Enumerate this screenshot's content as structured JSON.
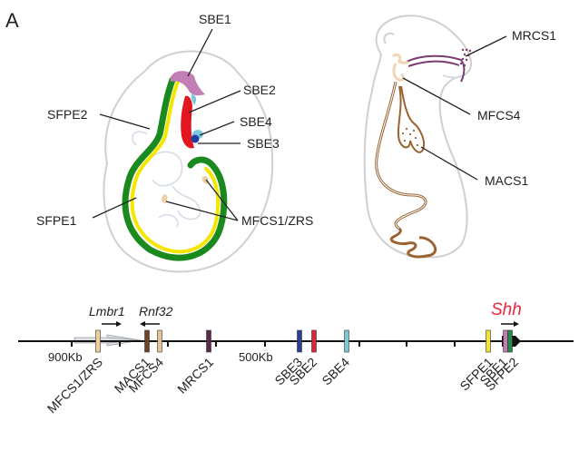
{
  "panel_label": "A",
  "embryo_left": {
    "labels": {
      "sbe1": "SBE1",
      "sbe2": "SBE2",
      "sbe4": "SBE4",
      "sbe3": "SBE3",
      "sfpe2": "SFPE2",
      "sfpe1": "SFPE1",
      "mfcs1": "MFCS1/ZRS"
    },
    "colors": {
      "sbe1": "#c17fb5",
      "sbe2": "#e3151f",
      "sbe3": "#1f3fa0",
      "sbe4": "#7ec8df",
      "sfpe1": "#f5e600",
      "sfpe2": "#1a8a1f",
      "mfcs1": "#efcfa6",
      "outline": "#cccccc"
    }
  },
  "embryo_right": {
    "labels": {
      "mrcs1": "MRCS1",
      "mfcs4": "MFCS4",
      "macs1": "MACS1"
    },
    "colors": {
      "mrcs1": "#7b3b72",
      "mfcs4": "#eed6b2",
      "macs1": "#9a6330",
      "outline": "#cccccc"
    }
  },
  "locus": {
    "genes": [
      {
        "name": "Lmbr1",
        "direction": "right"
      },
      {
        "name": "Rnf32",
        "direction": "left"
      },
      {
        "name": "Shh",
        "direction": "right",
        "color": "#e8283c"
      }
    ],
    "scale_labels": [
      "900Kb",
      "500Kb"
    ],
    "elements": [
      {
        "name": "MFCS1/ZRS",
        "color": "#efcfa0"
      },
      {
        "name": "MACS1",
        "color": "#6b4526"
      },
      {
        "name": "MFCS4",
        "color": "#e3c39a"
      },
      {
        "name": "MRCS1",
        "color": "#5a2a4a"
      },
      {
        "name": "SBE3",
        "color": "#2b3f8f"
      },
      {
        "name": "SBE2",
        "color": "#d8283a"
      },
      {
        "name": "SBE4",
        "color": "#7ec8d4"
      },
      {
        "name": "SFPE1",
        "color": "#eee43a"
      },
      {
        "name": "SBE1",
        "color": "#c77bb0"
      },
      {
        "name": "SFPE2",
        "color": "#1f8a4a"
      }
    ]
  }
}
